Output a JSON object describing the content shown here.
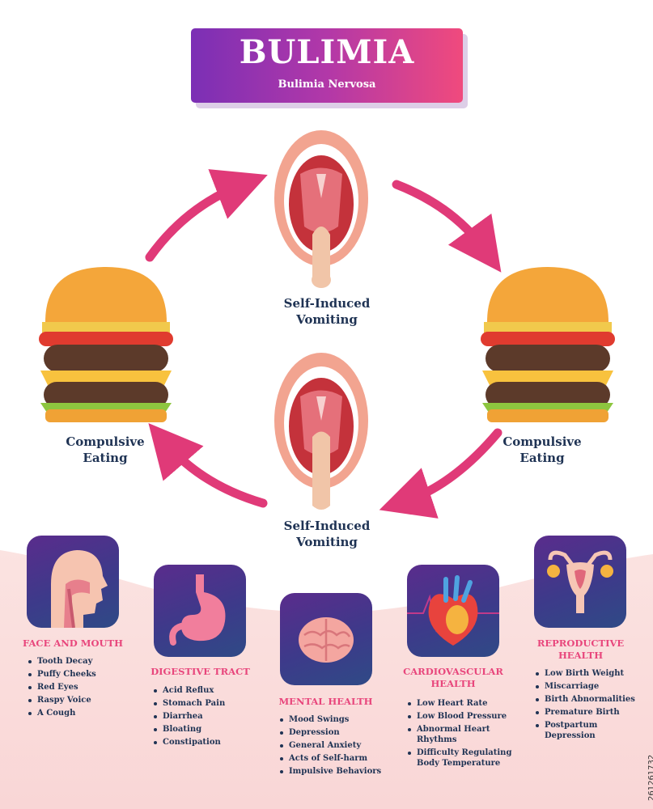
{
  "banner": {
    "title": "BULIMIA",
    "subtitle": "Bulimia Nervosa"
  },
  "cycle": {
    "top_label": [
      "Self-Induced",
      "Vomiting"
    ],
    "bottom_label": [
      "Self-Induced",
      "Vomiting"
    ],
    "left_label": [
      "Compulsive",
      "Eating"
    ],
    "right_label": [
      "Compulsive",
      "Eating"
    ]
  },
  "categories": [
    {
      "heading": [
        "FACE AND MOUTH"
      ],
      "icon": "head-icon",
      "items": [
        "Tooth Decay",
        "Puffy Cheeks",
        "Red Eyes",
        "Raspy Voice",
        "A Cough"
      ]
    },
    {
      "heading": [
        "DIGESTIVE TRACT"
      ],
      "icon": "stomach-icon",
      "items": [
        "Acid Reflux",
        "Stomach Pain",
        "Diarrhea",
        "Bloating",
        "Constipation"
      ]
    },
    {
      "heading": [
        "MENTAL HEALTH"
      ],
      "icon": "brain-icon",
      "items": [
        "Mood Swings",
        "Depression",
        "General Anxiety",
        "Acts of Self-harm",
        "Impulsive Behaviors"
      ]
    },
    {
      "heading": [
        "CARDIOVASCULAR",
        "HEALTH"
      ],
      "icon": "heart-icon",
      "items": [
        "Low Heart Rate",
        "Low Blood Pressure",
        [
          "Abnormal Heart",
          "Rhythms"
        ],
        [
          "Difficulty Regulating",
          "Body Temperature"
        ]
      ]
    },
    {
      "heading": [
        "REPRODUCTIVE",
        "HEALTH"
      ],
      "icon": "uterus-icon",
      "items": [
        "Low Birth Weight",
        "Miscarriage",
        "Birth Abnormalities",
        "Premature Birth",
        [
          "Postpartum",
          "Depression"
        ]
      ]
    }
  ],
  "stock_id": "261261732",
  "colors": {
    "accent": "#e8467c",
    "navy": "#1f3354",
    "arrow": "#e03a78"
  }
}
